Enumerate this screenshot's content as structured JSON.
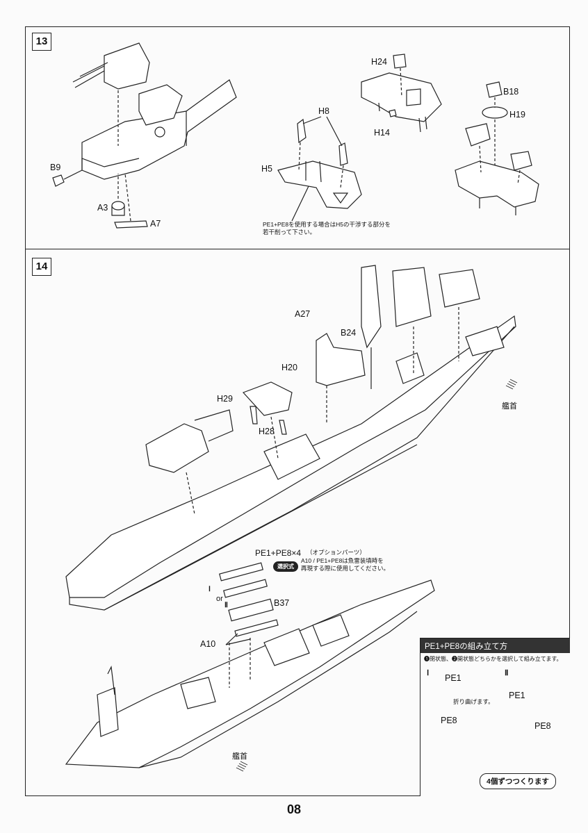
{
  "page": {
    "number": "08"
  },
  "step13": {
    "number": "13",
    "labels": {
      "b9": "B9",
      "a3": "A3",
      "a7": "A7",
      "h8": "H8",
      "h5": "H5",
      "h24": "H24",
      "h14": "H14",
      "b18": "B18",
      "h19": "H19"
    },
    "note_line1": "PE1+PE8を使用する場合はH5の干渉する部分を",
    "note_line2": "若干削って下さい。"
  },
  "step14": {
    "number": "14",
    "labels": {
      "a27": "A27",
      "b24": "B24",
      "h20": "H20",
      "h29": "H29",
      "h28": "H28",
      "bow_top": "艦首",
      "b37": "B37",
      "a10": "A10",
      "bow_bottom": "艦首",
      "roman1": "Ⅰ",
      "or": "or",
      "roman2": "Ⅱ"
    },
    "option": {
      "title": "PE1+PE8×4",
      "subtitle": "（オプションパーツ）",
      "desc_line1": "A10 / PE1+PE8は魚雷装填時を",
      "desc_line2": "再現する際に使用してください。",
      "badge": "選択式"
    }
  },
  "pe_panel": {
    "title": "PE1+PE8の組み立て方",
    "subtitle": "❶閉状態、❷開状態どちらかを選択して組み立てます。",
    "col1": {
      "roman": "Ⅰ",
      "pe1": "PE1",
      "fold": "折り曲げます。",
      "pe8": "PE8"
    },
    "col2": {
      "roman": "Ⅱ",
      "pe1": "PE1",
      "pe8": "PE8"
    },
    "footer": "4個ずつつくります"
  }
}
